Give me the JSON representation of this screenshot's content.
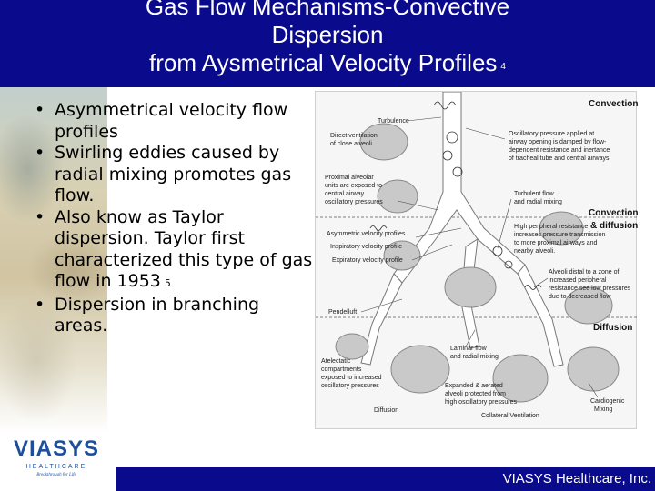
{
  "slide": {
    "title_lines": [
      "Gas Flow Mechanisms-Convective",
      "Dispersion",
      "from Aysmetrical Velocity Profiles"
    ],
    "title_ref": "4",
    "bullets": [
      {
        "text": "Asymmetrical velocity flow profiles",
        "ref": ""
      },
      {
        "text": "Swirling eddies caused by radial mixing promotes gas flow.",
        "ref": ""
      },
      {
        "text": "Also know as Taylor dispersion. Taylor first characterized this type of gas flow in 1953",
        "ref": "5"
      },
      {
        "text": "Dispersion in branching areas.",
        "ref": ""
      }
    ],
    "bullet_glyph": "•"
  },
  "diagram": {
    "headings": {
      "convection": "Convection",
      "convection_diffusion_1": "Convection",
      "convection_diffusion_2": "& diffusion",
      "diffusion": "Diffusion"
    },
    "labels": {
      "turbulence": "Turbulence",
      "direct_vent_1": "Direct ventilation",
      "direct_vent_2": "of close alveoli",
      "osc_1": "Oscillatory pressure applied at",
      "osc_2": "airway opening is damped by flow-",
      "osc_3": "dependent resistance and inertance",
      "osc_4": "of tracheal tube and central airways",
      "prox_1": "Proximal alveolar",
      "prox_2": "units are exposed to",
      "prox_3": "central airway",
      "prox_4": "oscillatory pressures",
      "turb_flow_1": "Turbulent flow",
      "turb_flow_2": "and radial mixing",
      "asym_1": "Asymmetric velocity profiles",
      "asym_2": "Inspiratory velocity profile",
      "asym_3": "Expiratory velocity profile",
      "hpr_1": "High peripheral resistance",
      "hpr_2": "increases pressure transmission",
      "hpr_3": "to more proximal airways and",
      "hpr_4": "nearby alveoli.",
      "distal_1": "Alveoli distal to a zone of",
      "distal_2": "increased peripheral",
      "distal_3": "resistance see low pressures",
      "distal_4": "due to decreased flow",
      "pendelluft": "Pendelluft",
      "laminar_1": "Laminar flow",
      "laminar_2": "and radial mixing",
      "atel_1": "Atelectatic",
      "atel_2": "compartments",
      "atel_3": "exposed to increased",
      "atel_4": "oscillatory pressures",
      "expanded_1": "Expanded & aerated",
      "expanded_2": "alveoli protected from",
      "expanded_3": "high oscillatory pressures",
      "diffusion_small": "Diffusion",
      "collateral": "Collateral Ventilation",
      "cardio_1": "Cardiogenic",
      "cardio_2": "Mixing"
    }
  },
  "logo": {
    "name": "VIASYS",
    "sub": "HEALTHCARE",
    "tagline": "Breakthrough for Life"
  },
  "footer": {
    "text": "VIASYS Healthcare, Inc."
  },
  "colors": {
    "title_bar": "#0a0a8c",
    "footer_bar": "#0a0a8c",
    "logo_blue": "#1e4f9a"
  }
}
